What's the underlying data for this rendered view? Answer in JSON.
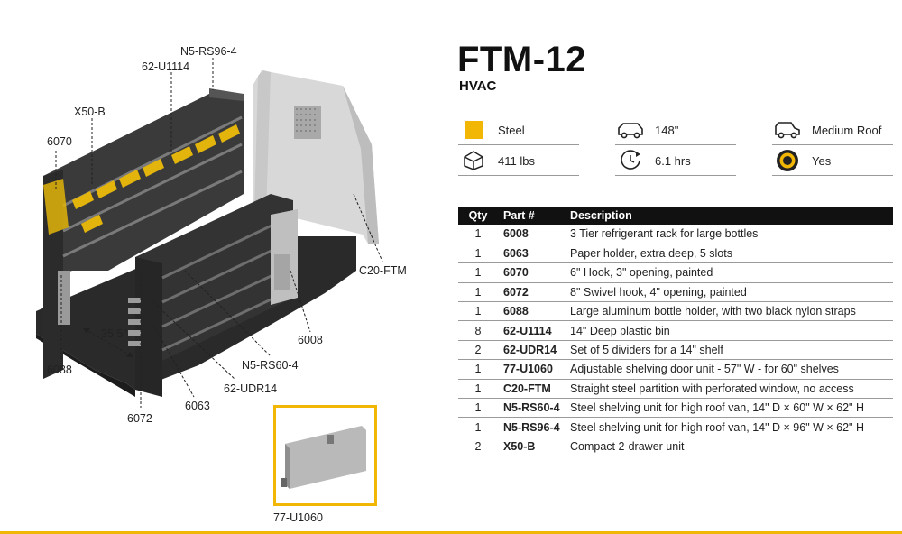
{
  "product": {
    "title": "FTM-12",
    "subtitle": "HVAC"
  },
  "colors": {
    "accent": "#f2b705",
    "header_bg": "#111111"
  },
  "callouts": [
    {
      "label": "N5-RS96-4"
    },
    {
      "label": "62-U1114"
    },
    {
      "label": "X50-B"
    },
    {
      "label": "6070"
    },
    {
      "label": "C20-FTM"
    },
    {
      "label": "35.5\""
    },
    {
      "label": "6088"
    },
    {
      "label": "6008"
    },
    {
      "label": "N5-RS60-4"
    },
    {
      "label": "62-UDR14"
    },
    {
      "label": "6063"
    },
    {
      "label": "6072"
    }
  ],
  "inset": {
    "label": "77-U1060"
  },
  "specs": [
    {
      "icon": "steel-swatch-icon",
      "value": "Steel"
    },
    {
      "icon": "van-length-icon",
      "value": "148\""
    },
    {
      "icon": "van-roof-icon",
      "value": "Medium Roof"
    },
    {
      "icon": "weight-icon",
      "value": "411 lbs"
    },
    {
      "icon": "clock-icon",
      "value": "6.1 hrs"
    },
    {
      "icon": "certified-badge-icon",
      "value": "Yes"
    }
  ],
  "table": {
    "headers": {
      "qty": "Qty",
      "part": "Part #",
      "desc": "Description"
    },
    "rows": [
      {
        "qty": "1",
        "part": "6008",
        "desc": "3 Tier refrigerant rack for large bottles"
      },
      {
        "qty": "1",
        "part": "6063",
        "desc": "Paper holder, extra deep, 5 slots"
      },
      {
        "qty": "1",
        "part": "6070",
        "desc": "6\" Hook, 3\" opening, painted"
      },
      {
        "qty": "1",
        "part": "6072",
        "desc": "8\" Swivel hook, 4\" opening, painted"
      },
      {
        "qty": "1",
        "part": "6088",
        "desc": "Large aluminum bottle holder, with two black nylon straps"
      },
      {
        "qty": "8",
        "part": "62-U1114",
        "desc": "14\" Deep plastic bin"
      },
      {
        "qty": "2",
        "part": "62-UDR14",
        "desc": "Set of 5 dividers for a 14\" shelf"
      },
      {
        "qty": "1",
        "part": "77-U1060",
        "desc": "Adjustable shelving door unit - 57\" W - for 60\" shelves"
      },
      {
        "qty": "1",
        "part": "C20-FTM",
        "desc": "Straight steel partition with perforated window, no access"
      },
      {
        "qty": "1",
        "part": "N5-RS60-4",
        "desc": "Steel shelving unit for high roof van, 14\" D × 60\" W × 62\" H"
      },
      {
        "qty": "1",
        "part": "N5-RS96-4",
        "desc": "Steel shelving unit for high roof van, 14\" D × 96\" W × 62\" H"
      },
      {
        "qty": "2",
        "part": "X50-B",
        "desc": "Compact 2-drawer unit"
      }
    ]
  }
}
